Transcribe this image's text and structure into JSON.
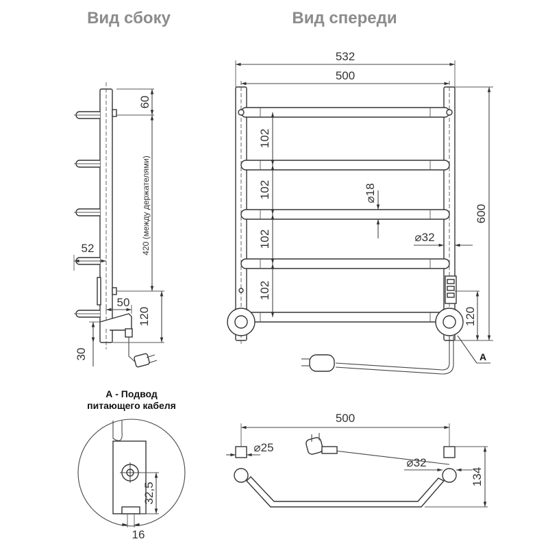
{
  "titles": {
    "side_view": "Вид сбоку",
    "front_view": "Вид спереди",
    "detail_caption_line1": "А - Подвод",
    "detail_caption_line2": "питающего кабеля",
    "detail_marker": "А"
  },
  "side_dims": {
    "top_gap": "60",
    "holders_span": "420 (между держателями)",
    "arm_depth": "52",
    "bottom_height": "120",
    "box_depth": "50",
    "foot": "30"
  },
  "front_dims": {
    "overall_width": "532",
    "axis_width": "500",
    "overall_height": "600",
    "spacing_1": "102",
    "spacing_2": "102",
    "spacing_3": "102",
    "spacing_4": "102",
    "bar_diameter": "⌀18",
    "post_diameter": "⌀32",
    "bottom_height": "120"
  },
  "top_dims": {
    "axis_width": "500",
    "flange_diameter": "⌀25",
    "post_diameter": "⌀32",
    "depth": "134"
  },
  "detail_dims": {
    "height": "32,5",
    "width": "16"
  },
  "colors": {
    "title_gray": "#8c8c8c",
    "line": "#333333"
  }
}
